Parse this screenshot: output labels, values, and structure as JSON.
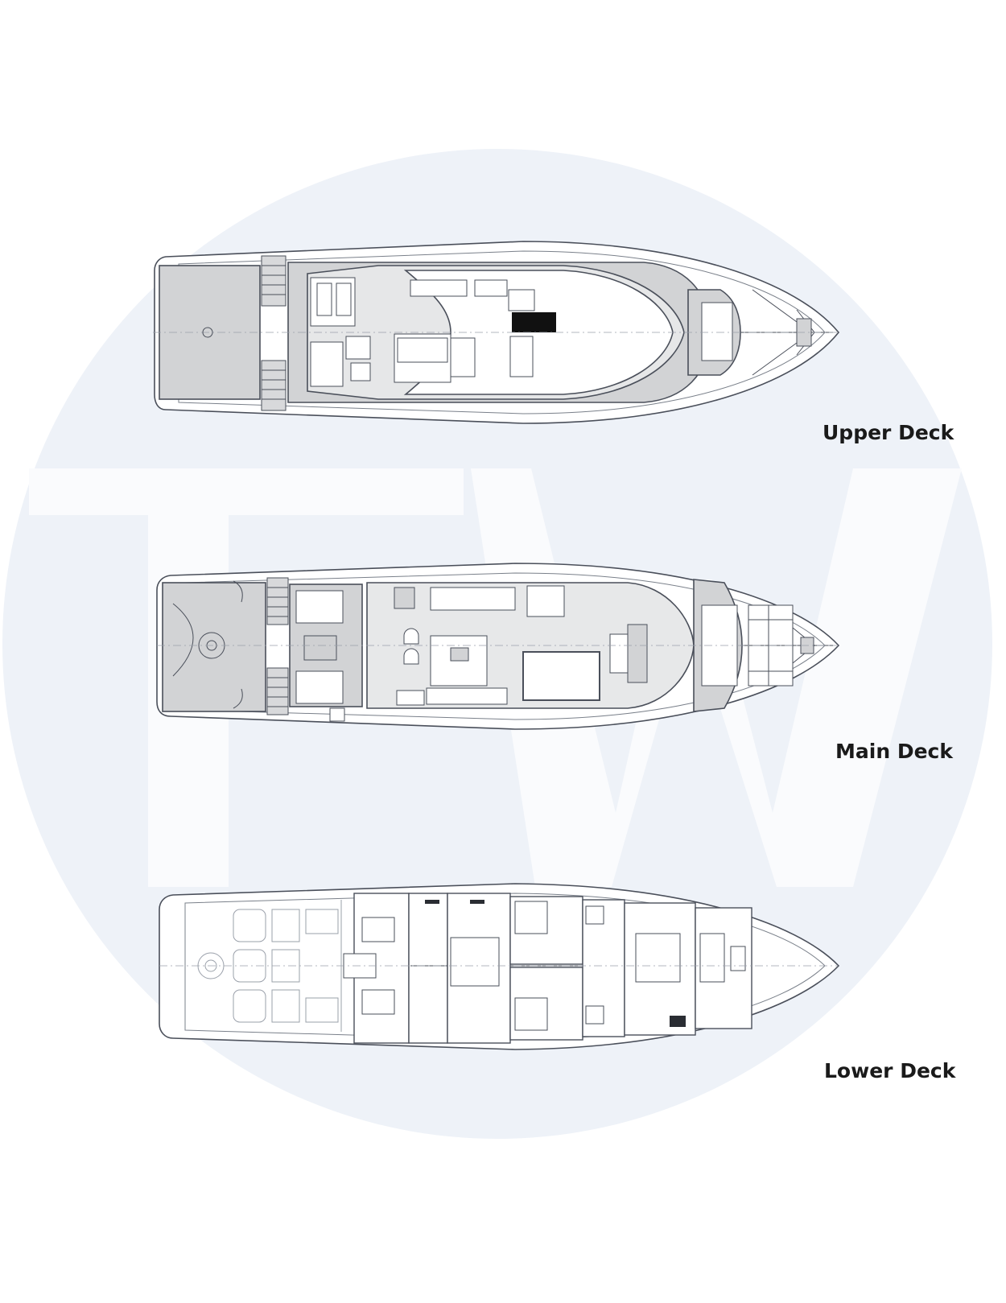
{
  "watermark": {
    "text": "TW",
    "circle_color": "#eef2f8",
    "letter_color": "#f9fafc"
  },
  "colors": {
    "line": "#4a4f5a",
    "light_line": "#9aa0aa",
    "deck_fill": "#d2d3d5",
    "hull_fill": "#ffffff",
    "dark_panel": "#111111"
  },
  "decks": [
    {
      "id": "upper",
      "label": "Upper Deck"
    },
    {
      "id": "main",
      "label": "Main Deck"
    },
    {
      "id": "lower",
      "label": "Lower Deck"
    }
  ]
}
